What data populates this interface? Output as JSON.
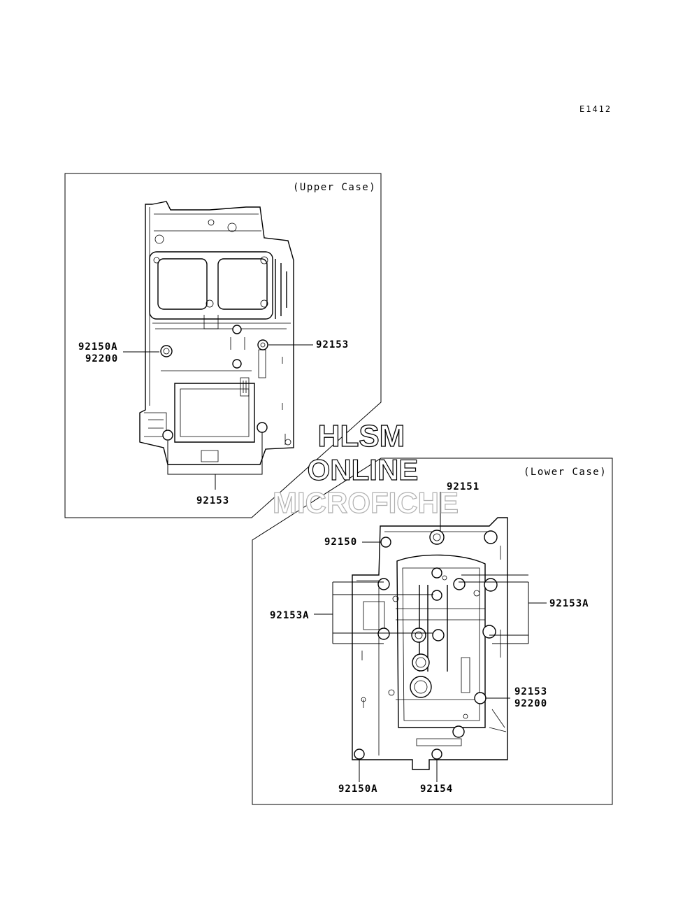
{
  "diagram_code": "E1412",
  "upper_case": {
    "caption": "(Upper Case)",
    "labels": {
      "left_a": "92150A",
      "left_b": "92200",
      "right": "92153",
      "bottom": "92153"
    }
  },
  "lower_case": {
    "caption": "(Lower Case)",
    "labels": {
      "top": "92151",
      "top_left": "92150",
      "left": "92153A",
      "right": "92153A",
      "right_lower_a": "92153",
      "right_lower_b": "92200",
      "bottom_left": "92150A",
      "bottom_mid": "92154"
    }
  },
  "watermark": {
    "line1": "HLSM",
    "line2": "ONLINE",
    "line3": "MICROFICHE"
  }
}
